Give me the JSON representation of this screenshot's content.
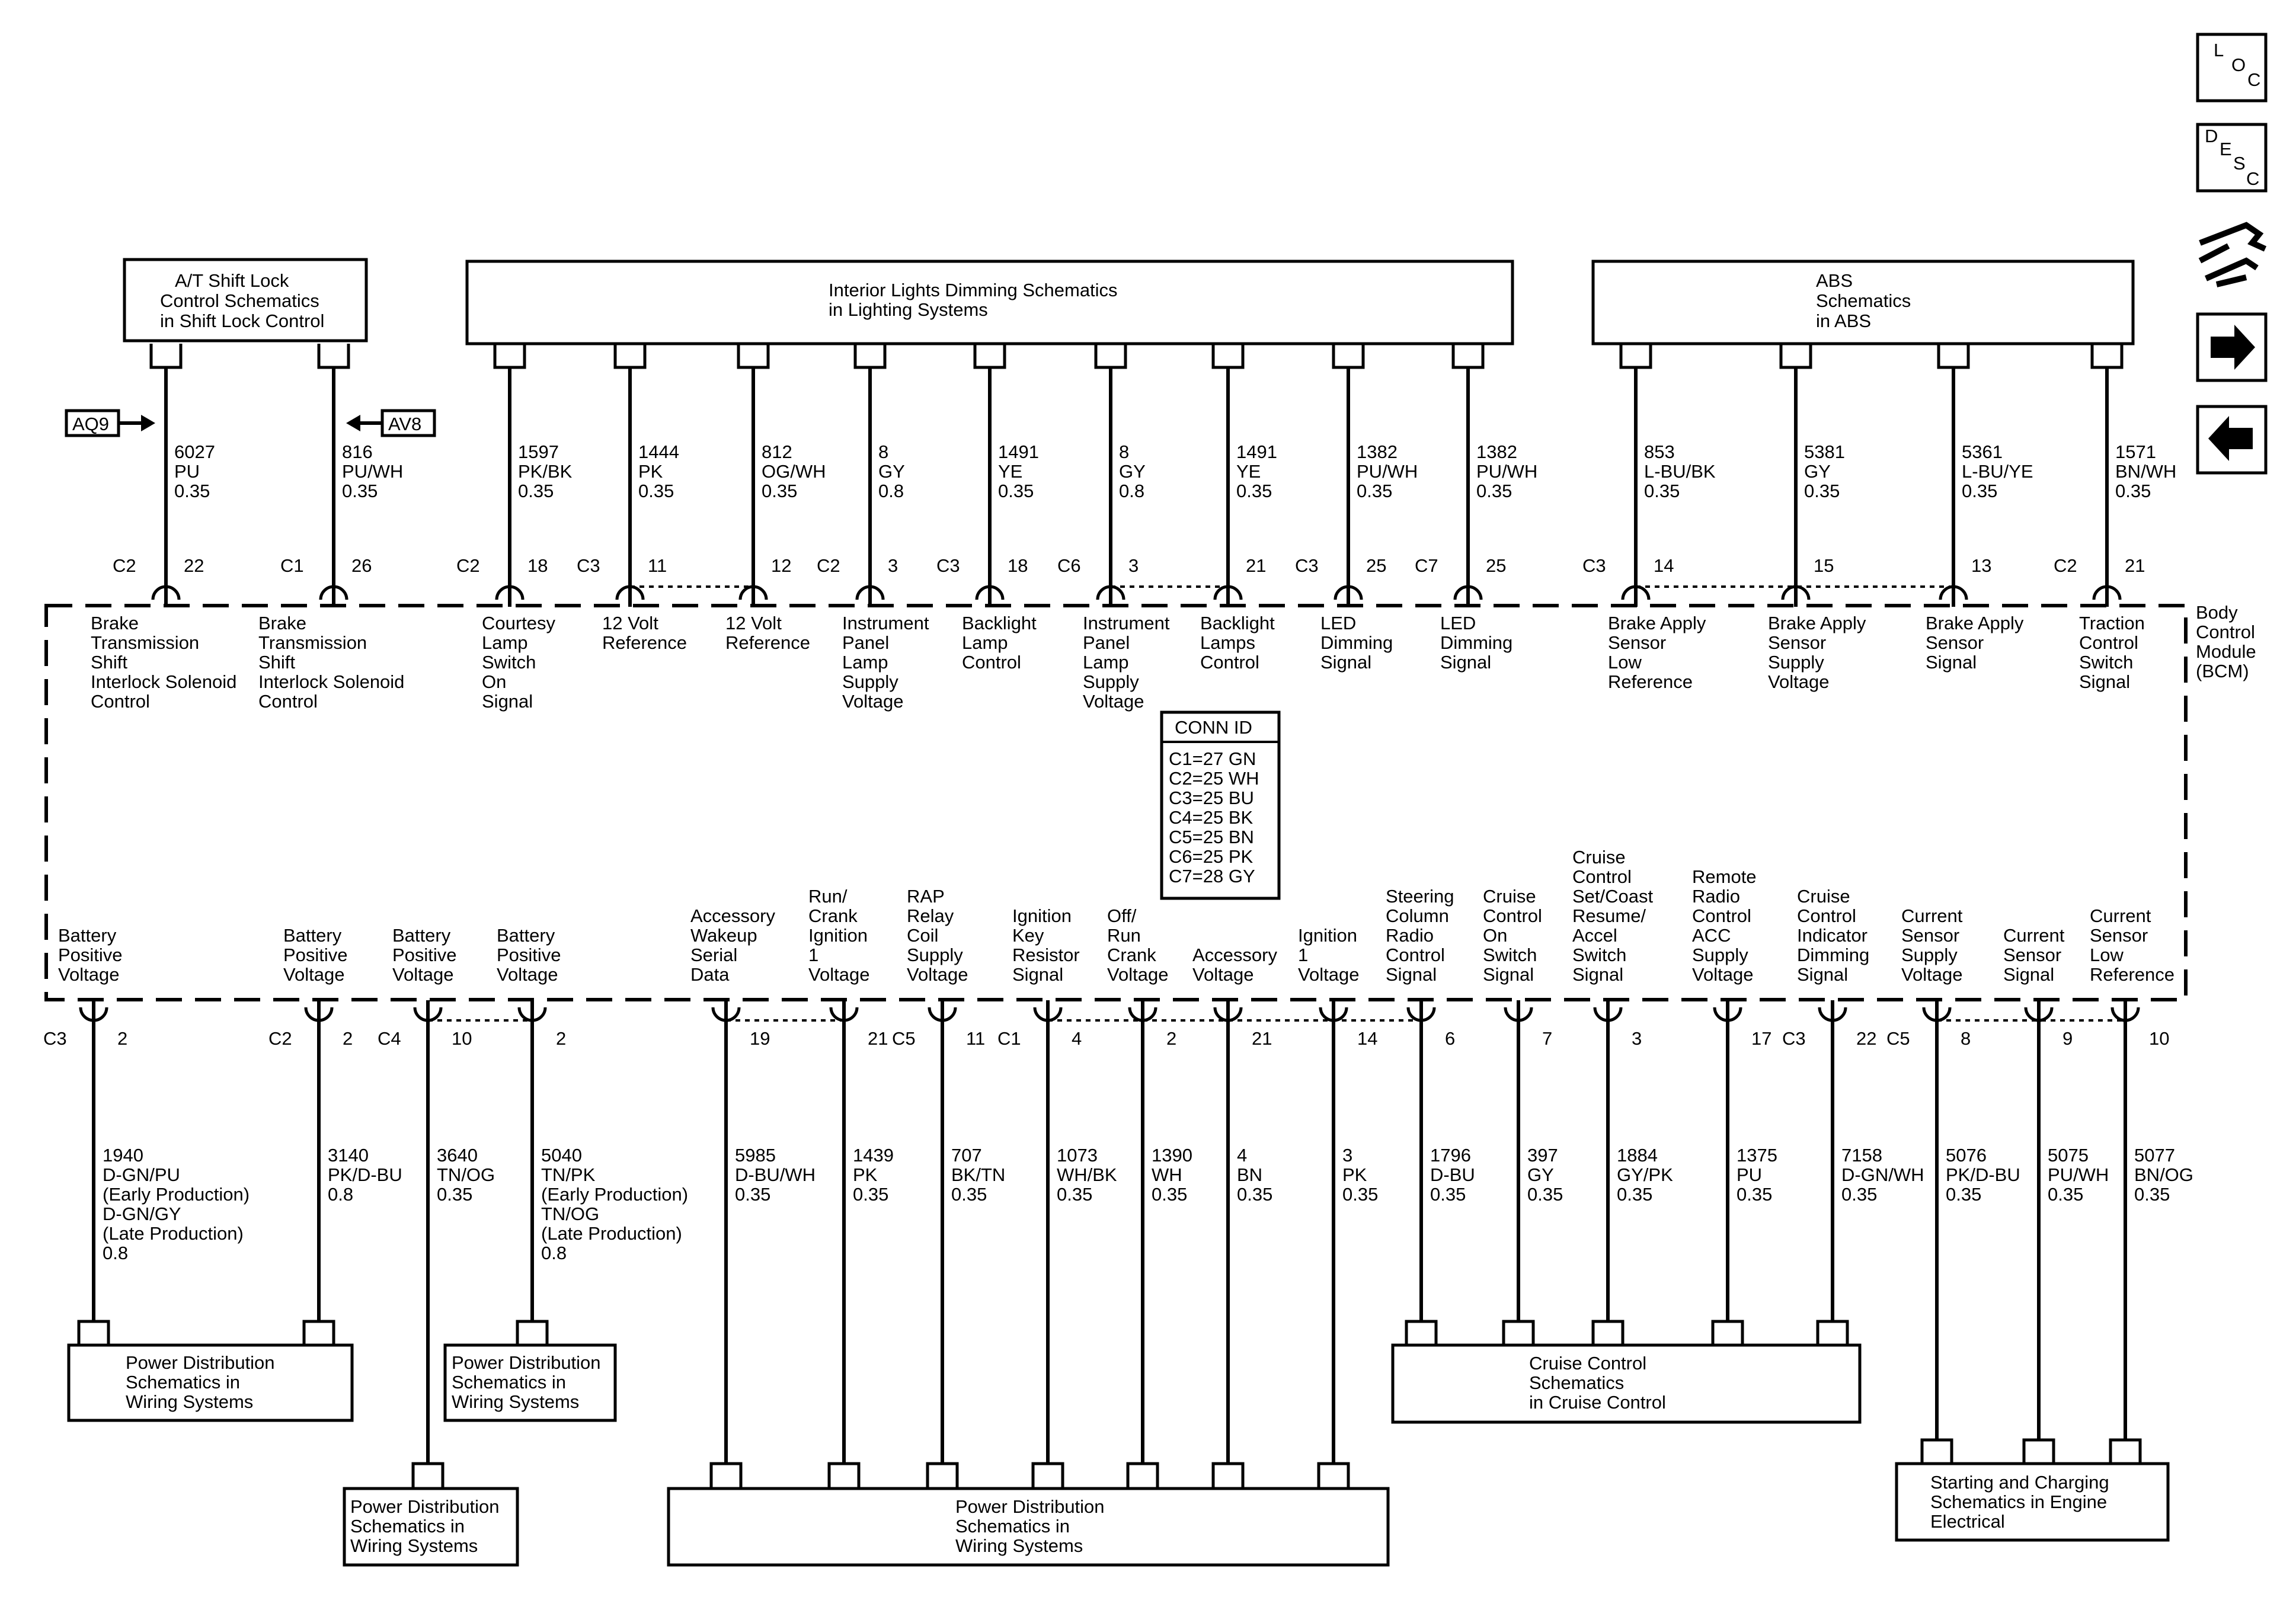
{
  "boxes": {
    "shift_lock": [
      "A/T Shift Lock",
      "Control Schematics",
      "in Shift Lock Control"
    ],
    "interior_dimming": [
      "Interior Lights Dimming Schematics",
      "in Lighting Systems"
    ],
    "abs": [
      "ABS",
      "Schematics",
      "in ABS"
    ],
    "pd1": [
      "Power Distribution",
      "Schematics in",
      "Wiring Systems"
    ],
    "pd2": [
      "Power Distribution",
      "Schematics in",
      "Wiring Systems"
    ],
    "pd3": [
      "Power Distribution",
      "Schematics in",
      "Wiring Systems"
    ],
    "pd4": [
      "Power Distribution",
      "Schematics in",
      "Wiring Systems"
    ],
    "cruise": [
      "Cruise Control",
      "Schematics",
      "in Cruise Control"
    ],
    "starting": [
      "Starting and Charging",
      "Schematics in Engine",
      "Electrical"
    ]
  },
  "arrows": {
    "aq9": "AQ9",
    "av8": "AV8"
  },
  "bcm_label": [
    "Body",
    "Control",
    "Module",
    "(BCM)"
  ],
  "conn_id": {
    "title": "CONN ID",
    "rows": [
      "C1=27 GN",
      "C2=25 WH",
      "C3=25 BU",
      "C4=25 BK",
      "C5=25 BN",
      "C6=25 PK",
      "C7=28 GY"
    ]
  },
  "top_circuits": [
    {
      "conn": "C2",
      "pin": "22",
      "wire": [
        "6027",
        "PU",
        "0.35"
      ],
      "func": [
        "Brake",
        "Transmission",
        "Shift",
        "Interlock Solenoid",
        "Control"
      ]
    },
    {
      "conn": "C1",
      "pin": "26",
      "wire": [
        "816",
        "PU/WH",
        "0.35"
      ],
      "func": [
        "Brake",
        "Transmission",
        "Shift",
        "Interlock Solenoid",
        "Control"
      ]
    },
    {
      "conn": "C2",
      "pin": "18",
      "wire": [
        "1597",
        "PK/BK",
        "0.35"
      ],
      "func": [
        "Courtesy",
        "Lamp",
        "Switch",
        "On",
        "Signal"
      ]
    },
    {
      "conn": "C3",
      "pin": "11",
      "wire": [
        "1444",
        "PK",
        "0.35"
      ],
      "func": [
        "12 Volt",
        "Reference"
      ]
    },
    {
      "conn": "",
      "pin": "12",
      "wire": [
        "812",
        "OG/WH",
        "0.35"
      ],
      "func": [
        "12 Volt",
        "Reference"
      ]
    },
    {
      "conn": "C2",
      "pin": "3",
      "wire": [
        "8",
        "GY",
        "0.8"
      ],
      "func": [
        "Instrument",
        "Panel",
        "Lamp",
        "Supply",
        "Voltage"
      ]
    },
    {
      "conn": "C3",
      "pin": "18",
      "wire": [
        "1491",
        "YE",
        "0.35"
      ],
      "func": [
        "Backlight",
        "Lamp",
        "Control"
      ]
    },
    {
      "conn": "C6",
      "pin": "3",
      "wire": [
        "8",
        "GY",
        "0.8"
      ],
      "func": [
        "Instrument",
        "Panel",
        "Lamp",
        "Supply",
        "Voltage"
      ]
    },
    {
      "conn": "",
      "pin": "21",
      "wire": [
        "1491",
        "YE",
        "0.35"
      ],
      "func": [
        "Backlight",
        "Lamps",
        "Control"
      ]
    },
    {
      "conn": "C3",
      "pin": "25",
      "wire": [
        "1382",
        "PU/WH",
        "0.35"
      ],
      "func": [
        "LED",
        "Dimming",
        "Signal"
      ]
    },
    {
      "conn": "C7",
      "pin": "25",
      "wire": [
        "1382",
        "PU/WH",
        "0.35"
      ],
      "func": [
        "LED",
        "Dimming",
        "Signal"
      ]
    },
    {
      "conn": "C3",
      "pin": "14",
      "wire": [
        "853",
        "L-BU/BK",
        "0.35"
      ],
      "func": [
        "Brake Apply",
        "Sensor",
        "Low",
        "Reference"
      ]
    },
    {
      "conn": "",
      "pin": "15",
      "wire": [
        "5381",
        "GY",
        "0.35"
      ],
      "func": [
        "Brake Apply",
        "Sensor",
        "Supply",
        "Voltage"
      ]
    },
    {
      "conn": "",
      "pin": "13",
      "wire": [
        "5361",
        "L-BU/YE",
        "0.35"
      ],
      "func": [
        "Brake Apply",
        "Sensor",
        "Signal"
      ]
    },
    {
      "conn": "C2",
      "pin": "21",
      "wire": [
        "1571",
        "BN/WH",
        "0.35"
      ],
      "func": [
        "Traction",
        "Control",
        "Switch",
        "Signal"
      ]
    }
  ],
  "bottom_circuits": [
    {
      "conn": "C3",
      "pin": "2",
      "wire": [
        "1940",
        "D-GN/PU",
        "(Early Production)",
        "D-GN/GY",
        "(Late Production)",
        "0.8"
      ],
      "func": [
        "Battery",
        "Positive",
        "Voltage"
      ]
    },
    {
      "conn": "C2",
      "pin": "2",
      "wire": [
        "3140",
        "PK/D-BU",
        "0.8"
      ],
      "func": [
        "Battery",
        "Positive",
        "Voltage"
      ]
    },
    {
      "conn": "C4",
      "pin": "10",
      "wire": [
        "3640",
        "TN/OG",
        "0.35"
      ],
      "func": [
        "Battery",
        "Positive",
        "Voltage"
      ]
    },
    {
      "conn": "",
      "pin": "2",
      "wire": [
        "5040",
        "TN/PK",
        "(Early Production)",
        "TN/OG",
        "(Late Production)",
        "0.8"
      ],
      "func": [
        "Battery",
        "Positive",
        "Voltage"
      ]
    },
    {
      "conn": "",
      "pin": "19",
      "wire": [
        "5985",
        "D-BU/WH",
        "0.35"
      ],
      "func": [
        "Accessory",
        "Wakeup",
        "Serial",
        "Data"
      ]
    },
    {
      "conn": "",
      "pin": "21",
      "wire": [
        "1439",
        "PK",
        "0.35"
      ],
      "func": [
        "Run/",
        "Crank",
        "Ignition",
        "1",
        "Voltage"
      ]
    },
    {
      "conn": "C5",
      "pin": "11",
      "wire": [
        "707",
        "BK/TN",
        "0.35"
      ],
      "func": [
        "RAP",
        "Relay",
        "Coil",
        "Supply",
        "Voltage"
      ]
    },
    {
      "conn": "C1",
      "pin": "4",
      "wire": [
        "1073",
        "WH/BK",
        "0.35"
      ],
      "func": [
        "Ignition",
        "Key",
        "Resistor",
        "Signal"
      ]
    },
    {
      "conn": "",
      "pin": "2",
      "wire": [
        "1390",
        "WH",
        "0.35"
      ],
      "func": [
        "Off/",
        "Run",
        "Crank",
        "Voltage"
      ]
    },
    {
      "conn": "",
      "pin": "21",
      "wire": [
        "4",
        "BN",
        "0.35"
      ],
      "func": [
        "Accessory",
        "Voltage"
      ]
    },
    {
      "conn": "",
      "pin": "14",
      "wire": [
        "3",
        "PK",
        "0.35"
      ],
      "func": [
        "Ignition",
        "1",
        "Voltage"
      ]
    },
    {
      "conn": "",
      "pin": "6",
      "wire": [
        "1796",
        "D-BU",
        "0.35"
      ],
      "func": [
        "Steering",
        "Column",
        "Radio",
        "Control",
        "Signal"
      ]
    },
    {
      "conn": "",
      "pin": "7",
      "wire": [
        "397",
        "GY",
        "0.35"
      ],
      "func": [
        "Cruise",
        "Control",
        "On",
        "Switch",
        "Signal"
      ]
    },
    {
      "conn": "",
      "pin": "3",
      "wire": [
        "1884",
        "GY/PK",
        "0.35"
      ],
      "func": [
        "Cruise",
        "Control",
        "Set/Coast",
        "Resume/",
        "Accel",
        "Switch",
        "Signal"
      ]
    },
    {
      "conn": "",
      "pin": "17",
      "wire": [
        "1375",
        "PU",
        "0.35"
      ],
      "func": [
        "Remote",
        "Radio",
        "Control",
        "ACC",
        "Supply",
        "Voltage"
      ]
    },
    {
      "conn": "C3",
      "pin": "22",
      "wire": [
        "7158",
        "D-GN/WH",
        "0.35"
      ],
      "func": [
        "Cruise",
        "Control",
        "Indicator",
        "Dimming",
        "Signal"
      ]
    },
    {
      "conn": "C5",
      "pin": "8",
      "wire": [
        "5076",
        "PK/D-BU",
        "0.35"
      ],
      "func": [
        "Current",
        "Sensor",
        "Supply",
        "Voltage"
      ]
    },
    {
      "conn": "",
      "pin": "9",
      "wire": [
        "5075",
        "PU/WH",
        "0.35"
      ],
      "func": [
        "Current",
        "Sensor",
        "Signal"
      ]
    },
    {
      "conn": "",
      "pin": "10",
      "wire": [
        "5077",
        "BN/OG",
        "0.35"
      ],
      "func": [
        "Current",
        "Sensor",
        "Low",
        "Reference"
      ]
    }
  ],
  "nav": {
    "loc": [
      "L",
      "O",
      "C"
    ],
    "desc": [
      "D",
      "E",
      "S",
      "C"
    ],
    "connector_icon": "connector-views-icon",
    "next_icon": "right-arrow-icon",
    "prev_icon": "left-arrow-icon"
  }
}
